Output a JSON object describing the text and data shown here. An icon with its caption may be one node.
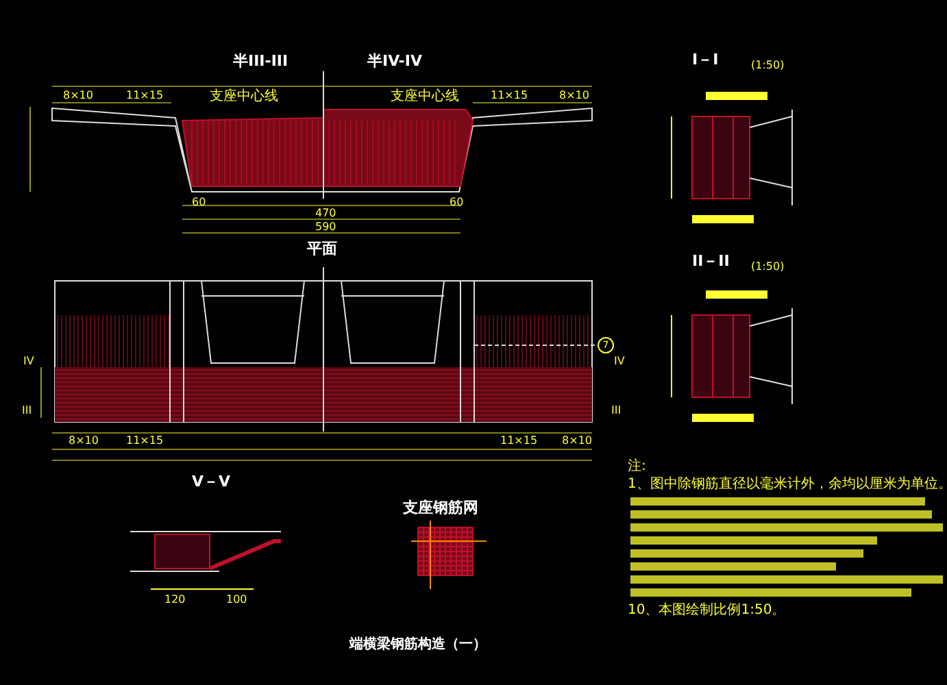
{
  "diagram": {
    "caption": "端横梁钢筋构造（一）",
    "labels": [
      "半III-III",
      "半IV-IV",
      "8×10",
      "11×15",
      "支座中心线",
      "支座中心线",
      "11×15",
      "8×10",
      "60",
      "470",
      "60",
      "590",
      "平面",
      "IV",
      "III",
      "IV",
      "III",
      "8×10",
      "11×15",
      "11×15",
      "8×10",
      "7",
      "I－I",
      "(1:50)",
      "II－II",
      "(1:50)",
      "V－V",
      "支座钢筋网",
      "120",
      "100",
      "注:",
      "1、图中除钢筋直径以毫米计外，余均以厘米为单位。",
      "10、本图绘制比例1:50。"
    ]
  }
}
